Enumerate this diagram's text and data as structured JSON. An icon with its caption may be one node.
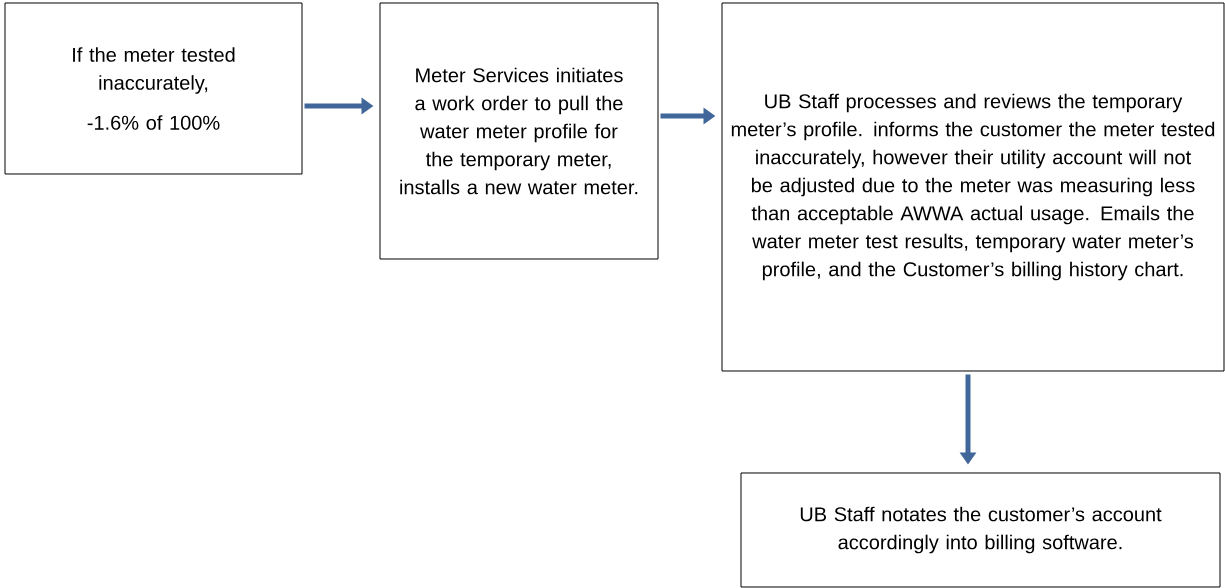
{
  "diagram": {
    "nodes": [
      {
        "text": [
          "If the meter tested inaccurately,",
          "-1.6% of 100%"
        ]
      },
      {
        "text": [
          "Meter Services initiates a work order to pull the water meter profile for the temporary meter, installs a new water meter."
        ]
      },
      {
        "text": [
          "UB Staff processes and reviews the temporary meter’s profile. informs the customer the meter tested inaccurately, however their utility account will not be adjusted due to the meter was measuring less than acceptable AWWA actual usage.  Emails the water meter test results, temporary water meter’s profile, and the Customer’s billing history chart."
        ]
      },
      {
        "text": [
          "UB Staff notates the customer’s account accordingly into billing software."
        ]
      }
    ],
    "edges": [
      {
        "from": 0,
        "to": 1,
        "arrow": "to"
      },
      {
        "from": 1,
        "to": 2,
        "arrow": "to"
      },
      {
        "from": 2,
        "to": 3,
        "arrow": "to"
      }
    ]
  }
}
